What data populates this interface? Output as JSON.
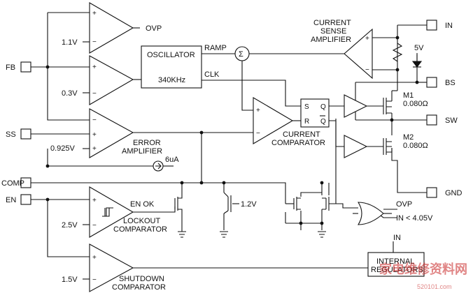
{
  "pins": {
    "in": "IN",
    "bs": "BS",
    "sw": "SW",
    "gnd": "GND",
    "fb": "FB",
    "ss": "SS",
    "comp": "COMP",
    "en": "EN"
  },
  "blocks": {
    "ovp_comp": "OVP",
    "oscillator": "OSCILLATOR",
    "osc_freq": "340KHz",
    "ramp": "RAMP",
    "clk": "CLK",
    "current_sense_line1": "CURRENT",
    "current_sense_line2": "SENSE",
    "current_sense_line3": "AMPLIFIER",
    "error_amp_line1": "ERROR",
    "error_amp_line2": "AMPLIFIER",
    "current_comp_line1": "CURRENT",
    "current_comp_line2": "COMPARATOR",
    "lockout_line1": "LOCKOUT",
    "lockout_line2": "COMPARATOR",
    "shutdown_line1": "SHUTDOWN",
    "shutdown_line2": "COMPARATOR",
    "internal_reg_line1": "INTERNAL",
    "internal_reg_line2": "REGULATORS",
    "en_ok": "EN OK",
    "sigma": "Σ"
  },
  "values": {
    "v_1_1": "1.1V",
    "v_0_3": "0.3V",
    "v_0_925": "0.925V",
    "v_2_5": "2.5V",
    "v_1_5": "1.5V",
    "v_1_2": "1.2V",
    "v_5": "5V",
    "i_6ua": "6uA",
    "m1": "M1",
    "m1_r": "0.080Ω",
    "m2": "M2",
    "m2_r": "0.080Ω",
    "ovp_out": "OVP",
    "in_thresh": "IN < 4.05V",
    "reg_in": "IN",
    "latch_s": "S",
    "latch_r": "R",
    "latch_q": "Q",
    "latch_qb": "Q"
  },
  "watermark": {
    "main": "家电维修资料网",
    "url": "520101.com"
  }
}
